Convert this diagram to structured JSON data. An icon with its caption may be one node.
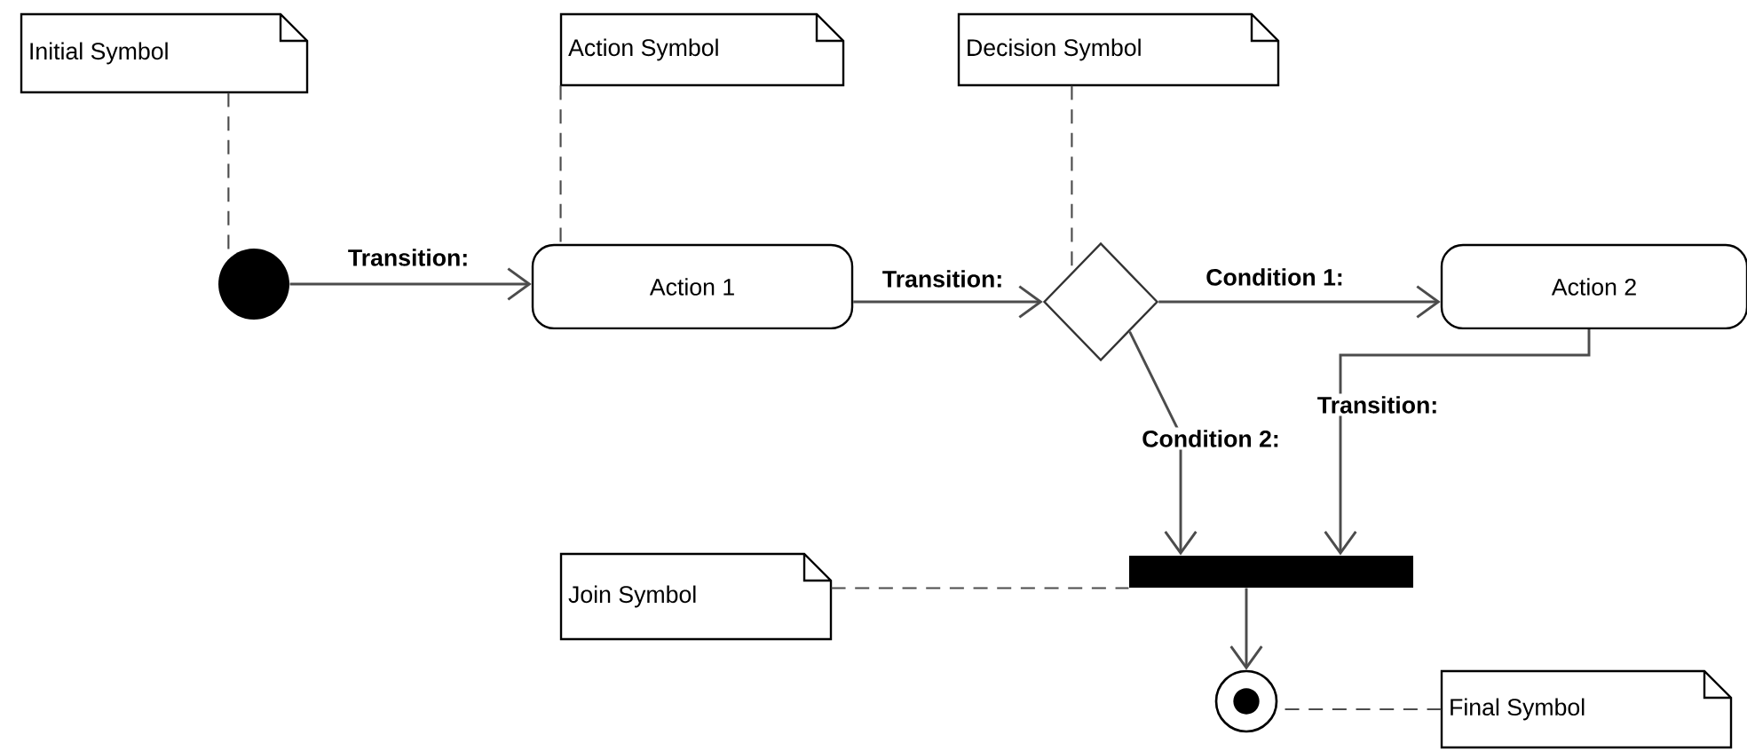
{
  "diagram": {
    "nodes": [
      {
        "text": [
          "Initial Symbol"
        ]
      },
      {
        "text": [
          "Action Symbol"
        ]
      },
      {
        "text": [
          "Decision Symbol"
        ]
      },
      {
        "text": [],
        "shape": "circle"
      },
      {
        "text": [
          "Action 1"
        ]
      },
      {
        "text": [],
        "shape": "diamond"
      },
      {
        "text": [
          "Action 2"
        ]
      },
      {
        "text": [],
        "shape": "bar"
      },
      {
        "text": [
          "Join Symbol"
        ]
      },
      {
        "text": [],
        "shape": "circle"
      },
      {
        "text": [
          "Final Symbol"
        ]
      }
    ],
    "edges": [
      {
        "from": 0,
        "to": 3,
        "arrow": "none",
        "style": "dashed"
      },
      {
        "from": 1,
        "to": 4,
        "arrow": "none",
        "style": "dashed"
      },
      {
        "from": 2,
        "to": 5,
        "arrow": "none",
        "style": "dashed"
      },
      {
        "from": 3,
        "to": 4,
        "arrow": "to",
        "label": "Transition:"
      },
      {
        "from": 4,
        "to": 5,
        "arrow": "to",
        "label": "Transition:"
      },
      {
        "from": 5,
        "to": 6,
        "arrow": "to",
        "label": "Condition 1:"
      },
      {
        "from": 5,
        "to": 7,
        "arrow": "to",
        "label": "Condition 2:"
      },
      {
        "from": 6,
        "to": 7,
        "arrow": "to",
        "label": "Transition:"
      },
      {
        "from": 7,
        "to": 9,
        "arrow": "to"
      },
      {
        "from": 8,
        "to": 7,
        "arrow": "none",
        "style": "dashed"
      },
      {
        "from": 10,
        "to": 9,
        "arrow": "none",
        "style": "dashed"
      }
    ]
  }
}
